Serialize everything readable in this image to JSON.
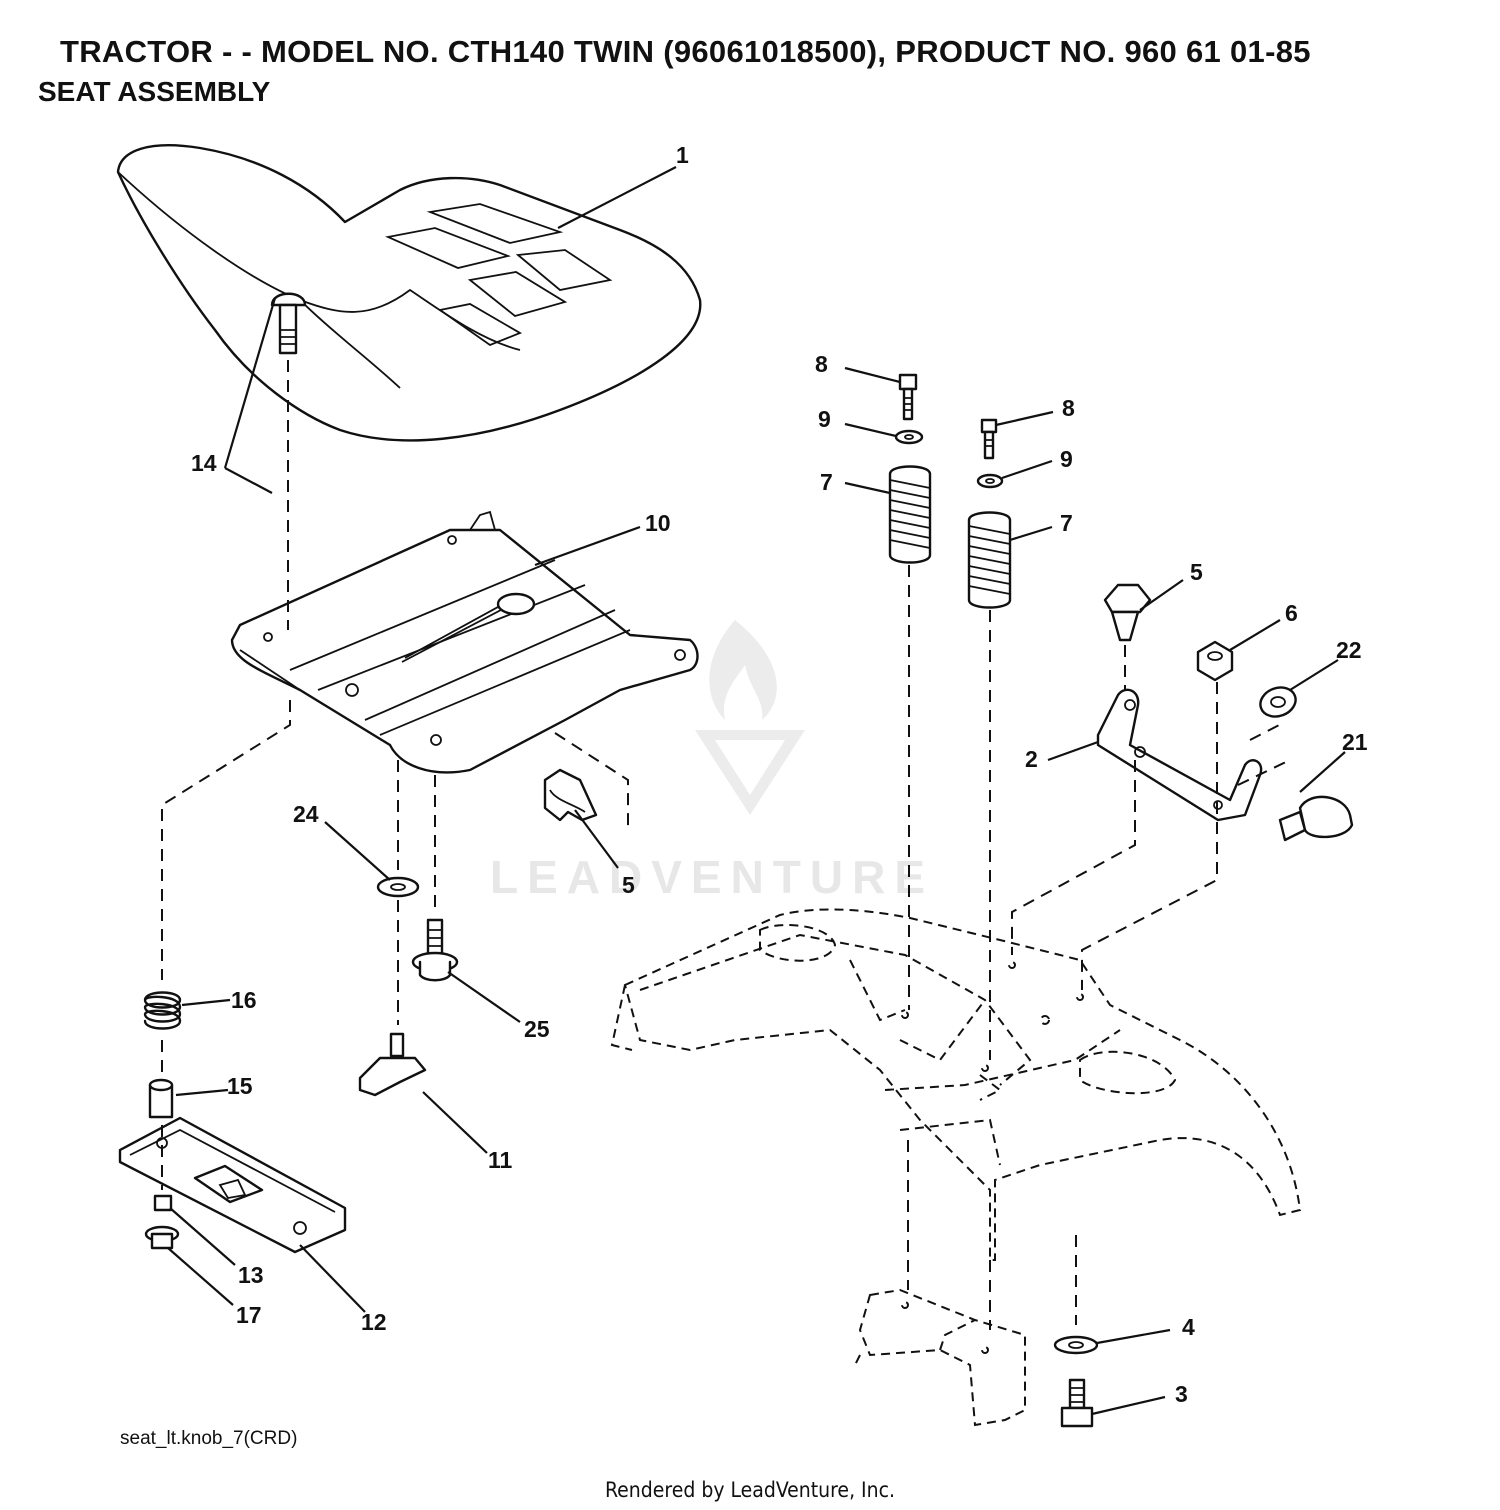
{
  "header": {
    "title": "TRACTOR - - MODEL NO. CTH140 TWIN (96061018500), PRODUCT NO. 960 61 01-85",
    "subtitle": "SEAT ASSEMBLY"
  },
  "drawing_name": "seat_lt.knob_7(CRD)",
  "footer": "Rendered by LeadVenture, Inc.",
  "watermark": "LEADVENTURE",
  "callouts": [
    "1",
    "14",
    "10",
    "24",
    "5",
    "16",
    "25",
    "15",
    "11",
    "13",
    "17",
    "12",
    "8",
    "9",
    "7",
    "8",
    "9",
    "7",
    "5",
    "6",
    "22",
    "2",
    "21",
    "4",
    "3"
  ]
}
